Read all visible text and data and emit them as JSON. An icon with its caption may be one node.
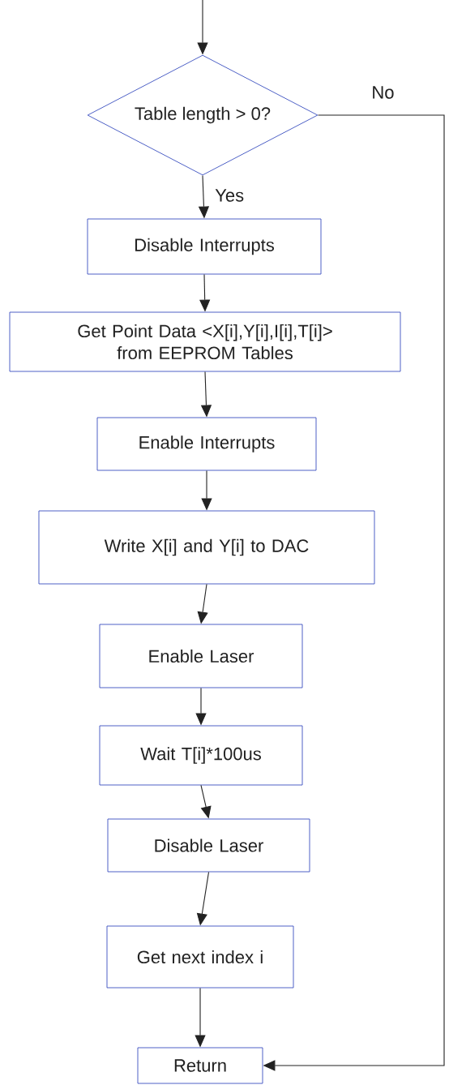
{
  "diagram": {
    "nodes": [
      {
        "text": [
          "Table length > 0?"
        ]
      },
      {
        "text": [
          "Disable Interrupts"
        ]
      },
      {
        "text": [
          "Get Point Data <X[i],Y[i],I[i],T[i]> from EEPROM Tables"
        ]
      },
      {
        "text": [
          "Enable Interrupts"
        ]
      },
      {
        "text": [
          "Write X[i] and Y[i] to DAC"
        ]
      },
      {
        "text": [
          "Enable Laser"
        ]
      },
      {
        "text": [
          "Wait T[i]*100us"
        ]
      },
      {
        "text": [
          "Disable Laser"
        ]
      },
      {
        "text": [
          "Get next index i"
        ]
      },
      {
        "text": [
          "Return"
        ]
      }
    ],
    "edges": [
      {
        "from": null,
        "to": 0,
        "arrow": "to"
      },
      {
        "from": 0,
        "to": 1,
        "arrow": "to",
        "label": "Yes"
      },
      {
        "from": 1,
        "to": 2,
        "arrow": "to"
      },
      {
        "from": 2,
        "to": 3,
        "arrow": "to"
      },
      {
        "from": 3,
        "to": 4,
        "arrow": "to"
      },
      {
        "from": 4,
        "to": 5,
        "arrow": "to"
      },
      {
        "from": 5,
        "to": 6,
        "arrow": "to"
      },
      {
        "from": 6,
        "to": 7,
        "arrow": "to"
      },
      {
        "from": 7,
        "to": 8,
        "arrow": "to"
      },
      {
        "from": 8,
        "to": 9,
        "arrow": "to"
      },
      {
        "from": 0,
        "to": 9,
        "arrow": "to",
        "label": "No"
      }
    ]
  }
}
